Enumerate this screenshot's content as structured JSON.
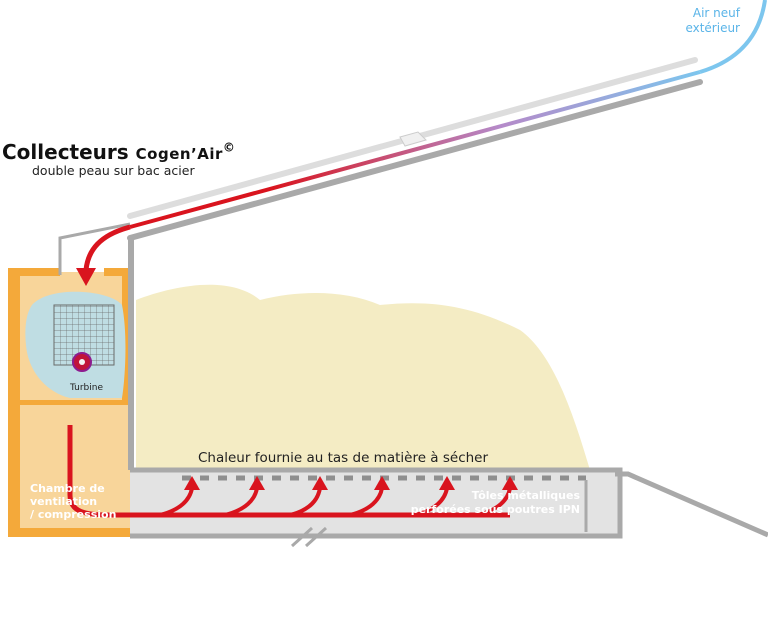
{
  "title": {
    "main": "Collecteurs ",
    "brand": "Cogen’Air",
    "symbol": "©",
    "subtitle": "double peau sur bac acier"
  },
  "labels": {
    "air_line1": "Air neuf",
    "air_line2": "extérieur",
    "turbine": "Turbine",
    "heat": "Chaleur fournie au tas de matière à sécher",
    "chambre_line1": "Chambre de",
    "chambre_line2": "ventilation",
    "chambre_line3": "/ compression",
    "toles_line1": "Tôles métalliques",
    "toles_line2": "perforées sous poutres IPN"
  },
  "colors": {
    "hot_air": "#d9141e",
    "cold_air": "#7dc6ee",
    "chamber": "#f4a93a",
    "structure": "#a9a9a9",
    "pile": "#f4ecc4",
    "fan_housing": "#bfdde3"
  }
}
